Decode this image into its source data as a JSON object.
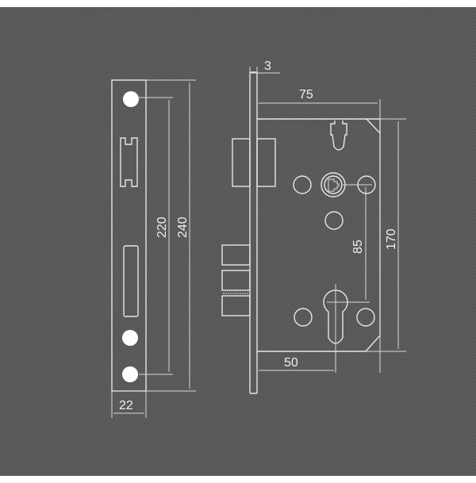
{
  "drawing": {
    "title": "Mortise lock dimensional drawing",
    "colors": {
      "background": "#5a5a5a",
      "line": "#e6e6e6",
      "top_strip": "#ffffff"
    },
    "faceplate_view": {
      "dimensions": {
        "screw_spacing": "220",
        "height": "240",
        "width": "22"
      }
    },
    "body_view": {
      "dimensions": {
        "forend_thickness": "3",
        "body_depth": "75",
        "body_height": "170",
        "follower_to_cylinder": "85",
        "backset": "50"
      }
    }
  }
}
